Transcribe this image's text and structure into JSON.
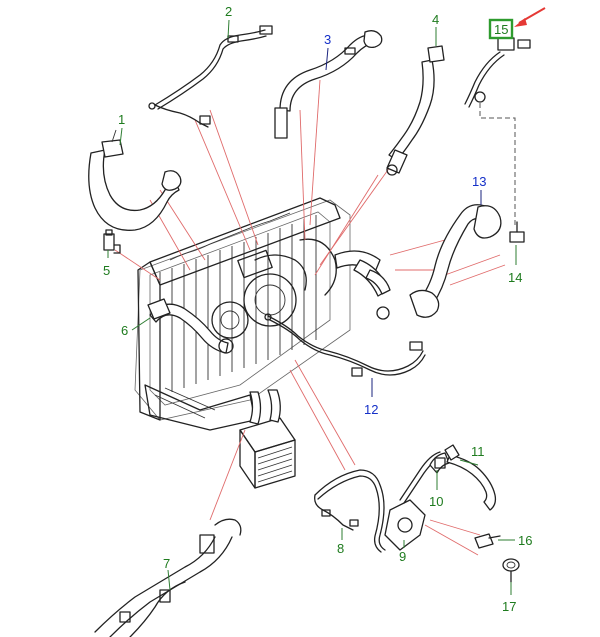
{
  "callouts": {
    "c1": "1",
    "c2": "2",
    "c3": "3",
    "c4": "4",
    "c5": "5",
    "c6": "6",
    "c7": "7",
    "c8": "8",
    "c9": "9",
    "c10": "10",
    "c11": "11",
    "c12": "12",
    "c13": "13",
    "c14": "14",
    "c15": "15",
    "c16": "16",
    "c17": "17"
  },
  "colors": {
    "green_label": "#1e7b1e",
    "blue_label": "#1530c8",
    "highlight_box": "#2e9b2e",
    "arrow": "#e53935",
    "leader_red": "#e06b6b"
  },
  "highlighted_part": "15"
}
